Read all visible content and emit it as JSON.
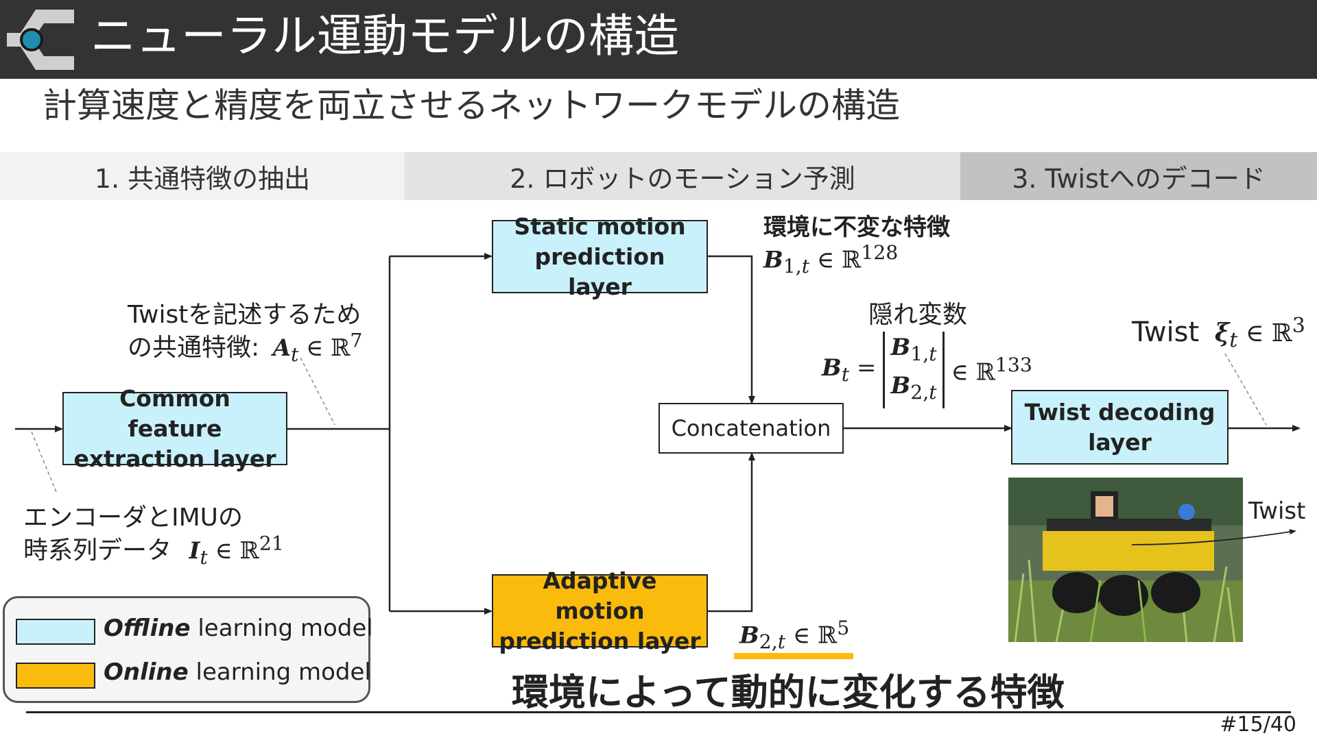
{
  "header": {
    "title": "ニューラル運動モデルの構造",
    "subtitle": "計算速度と精度を両立させるネットワークモデルの構造"
  },
  "stages": [
    {
      "label": "1. 共通特徴の抽出"
    },
    {
      "label": "2. ロボットのモーション予測"
    },
    {
      "label": "3. Twistへのデコード"
    }
  ],
  "boxes": {
    "common": "Common feature extraction layer",
    "static": "Static motion prediction layer",
    "adaptive": "Adaptive motion prediction layer",
    "concat": "Concatenation",
    "decoder": "Twist decoding layer"
  },
  "annotations": {
    "input_line1": "エンコーダとIMUの",
    "input_line2": "時系列データ",
    "input_math": "I_t ∈ ℝ²¹",
    "common_line1": "Twistを記述するため",
    "common_line2": "の共通特徴:",
    "common_math": "A_t ∈ ℝ⁷",
    "static_heading": "環境に不変な特徴",
    "static_math": "B_{1,t} ∈ ℝ¹²⁸",
    "latent_heading": "隠れ変数",
    "latent_math": "B_t = [B_{1,t}; B_{2,t}] ∈ ℝ¹³³",
    "output_label": "Twist",
    "output_math": "ξ_t ∈ ℝ³",
    "adaptive_math": "B_{2,t} ∈ ℝ⁵",
    "adaptive_heading": "環境によって動的に変化する特徴",
    "photo_label": "Twist"
  },
  "legend": {
    "offline_bold": "Offline",
    "offline_rest": "learning model",
    "online_bold": "Online",
    "online_rest": "learning model"
  },
  "page_number": "#15/40",
  "colors": {
    "offline": "#c9f1fb",
    "online": "#fbbb0c",
    "titlebar": "#333333",
    "logo_accent": "#1f8fb0"
  }
}
